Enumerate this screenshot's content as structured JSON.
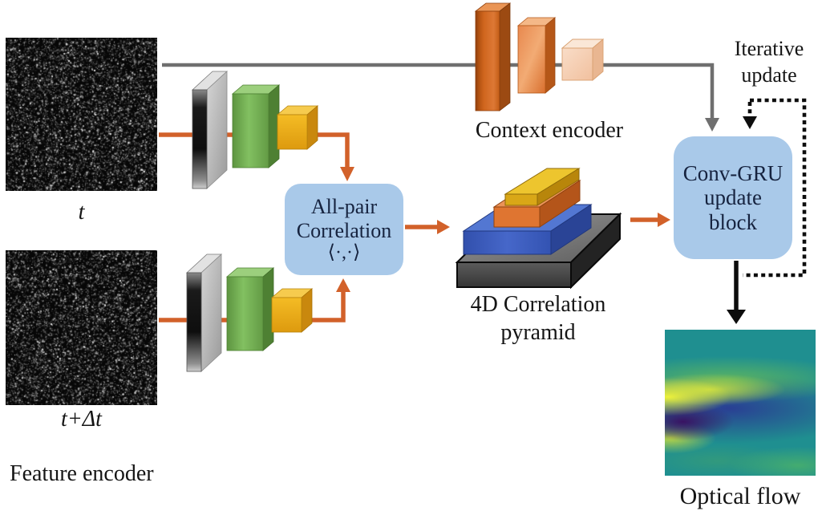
{
  "figure": {
    "type": "architecture-diagram",
    "inputs": [
      {
        "label": "t"
      },
      {
        "label": "t+Δt"
      }
    ],
    "encoders": {
      "feature": {
        "label": "Feature encoder"
      },
      "context": {
        "label": "Context encoder"
      }
    },
    "blocks": {
      "all_pair": {
        "lines": [
          "All-pair",
          "Correlation",
          "⟨·,·⟩"
        ]
      },
      "pyramid": {
        "lines": [
          "4D Correlation",
          "pyramid"
        ]
      },
      "conv_gru": {
        "lines": [
          "Conv-GRU",
          "update",
          "block"
        ]
      },
      "iterative": {
        "lines": [
          "Iterative",
          "update"
        ]
      }
    },
    "output": {
      "label": "Optical flow"
    },
    "colors": {
      "arrow_orange": "#d2612a",
      "connector_gray": "#6f6f6f",
      "loop_black": "#0d0d0d",
      "box_fill_blue": "#a9c9e9",
      "box_text_navy": "#16233f",
      "encoder_green": "#76b356",
      "encoder_yellow": "#f0ac18",
      "encoder_gray_plate": "#b8b8b8",
      "context_orange": "#d0661e",
      "context_peach": "#f5d2b8",
      "pyramid_blue": "#3a5ec1",
      "pyramid_orange": "#df7531",
      "pyramid_yellow": "#d9a717",
      "pyramid_base_gray": "#4a4a4a",
      "flow_teal": "#1f8f90"
    }
  }
}
